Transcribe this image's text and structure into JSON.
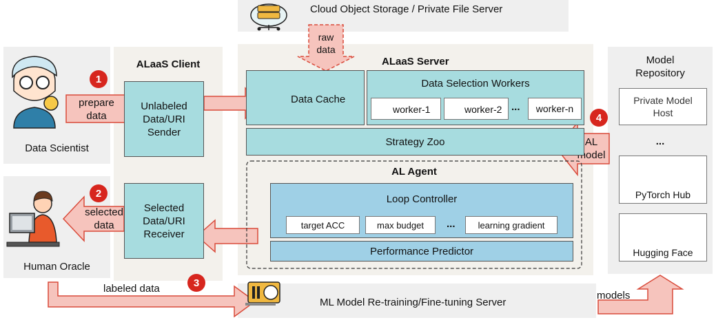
{
  "cloud": {
    "label": "Cloud Object Storage / Private File Server",
    "raw_data": "raw\ndata"
  },
  "data_scientist": {
    "label": "Data Scientist"
  },
  "human_oracle": {
    "label": "Human Oracle"
  },
  "client": {
    "title": "ALaaS Client",
    "sender": "Unlabeled\nData/URI\nSender",
    "receiver": "Selected\nData/URI\nReceiver"
  },
  "arrows": {
    "prepare_data": "prepare\ndata",
    "selected_data": "selected\ndata",
    "labeled_data": "labeled data",
    "al_model": "AL\nmodel",
    "models": "models"
  },
  "badges": [
    "1",
    "2",
    "3",
    "4"
  ],
  "server": {
    "title": "ALaaS Server",
    "data_cache": "Data Cache",
    "workers_title": "Data Selection Workers",
    "workers": [
      "worker-1",
      "worker-2",
      "worker-n"
    ],
    "ellipsis": "...",
    "strategy_zoo": "Strategy Zoo",
    "agent_title": "AL Agent",
    "loop_controller": "Loop Controller",
    "controller_items": [
      "target ACC",
      "max budget",
      "learning gradient"
    ],
    "performance_predictor": "Performance Predictor"
  },
  "repository": {
    "title": "Model\nRepository",
    "items": [
      "Private Model\nHost",
      "PyTorch Hub",
      "Hugging Face"
    ],
    "ellipsis": "..."
  },
  "ml_server": {
    "label": "ML Model Re-training/Fine-tuning Server"
  },
  "colors": {
    "arrow_fill": "#f6c4bd",
    "arrow_stroke": "#d94a3a",
    "teal": "#a7dcdf",
    "blue": "#9fd0e6",
    "badge": "#d7261e"
  }
}
